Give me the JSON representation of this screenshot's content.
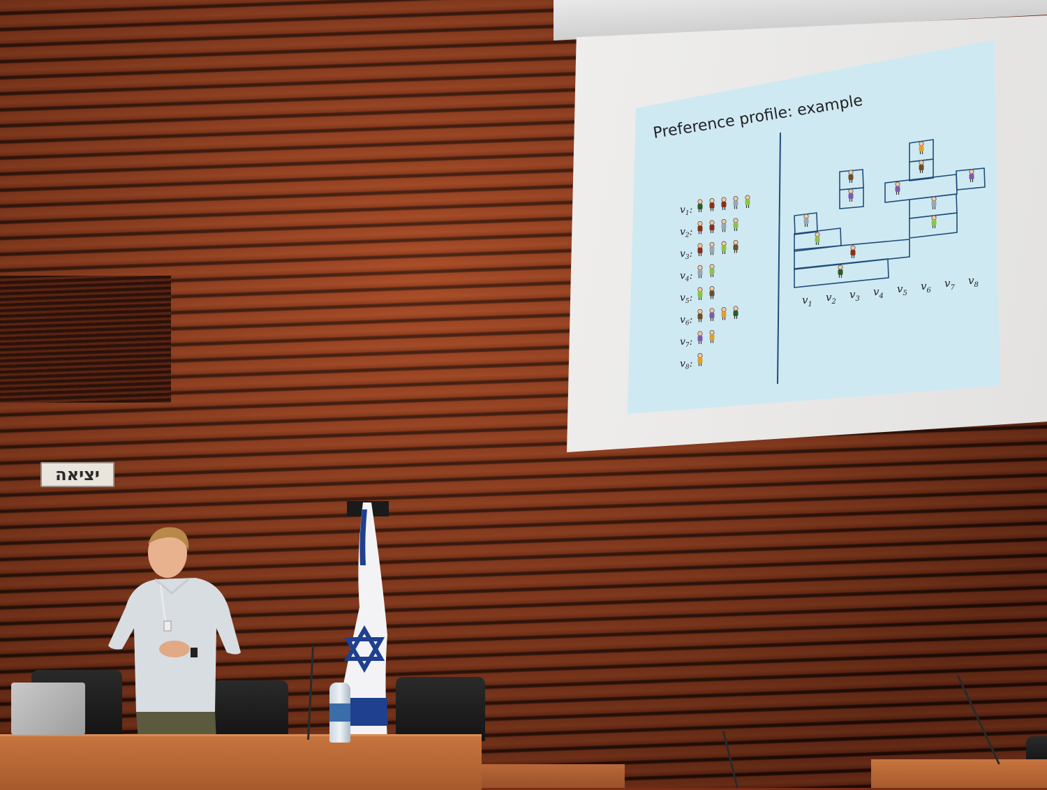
{
  "scene": {
    "exit_sign_text": "יציאה"
  },
  "slide": {
    "title": "Preference profile: example",
    "voter_rows": [
      {
        "label": "v",
        "sub": "1",
        "suffix": ":"
      },
      {
        "label": "v",
        "sub": "2",
        "suffix": ":"
      },
      {
        "label": "v",
        "sub": "3",
        "suffix": ":"
      },
      {
        "label": "v",
        "sub": "4",
        "suffix": ":"
      },
      {
        "label": "v",
        "sub": "5",
        "suffix": ":"
      },
      {
        "label": "v",
        "sub": "6",
        "suffix": ":"
      },
      {
        "label": "v",
        "sub": "7",
        "suffix": ":"
      },
      {
        "label": "v",
        "sub": "8",
        "suffix": ":"
      }
    ],
    "axis_labels": [
      {
        "label": "v",
        "sub": "1"
      },
      {
        "label": "v",
        "sub": "2"
      },
      {
        "label": "v",
        "sub": "3"
      },
      {
        "label": "v",
        "sub": "4"
      },
      {
        "label": "v",
        "sub": "5"
      },
      {
        "label": "v",
        "sub": "6"
      },
      {
        "label": "v",
        "sub": "7"
      },
      {
        "label": "v",
        "sub": "8"
      }
    ]
  },
  "colors": {
    "slide_background": "#cfe9f2",
    "slide_line": "#1f4c7a",
    "flag_blue": "#1f3f8f",
    "wall": "#8e3a1c"
  },
  "icons": [
    "person-figure-icon",
    "star-of-david-icon"
  ]
}
